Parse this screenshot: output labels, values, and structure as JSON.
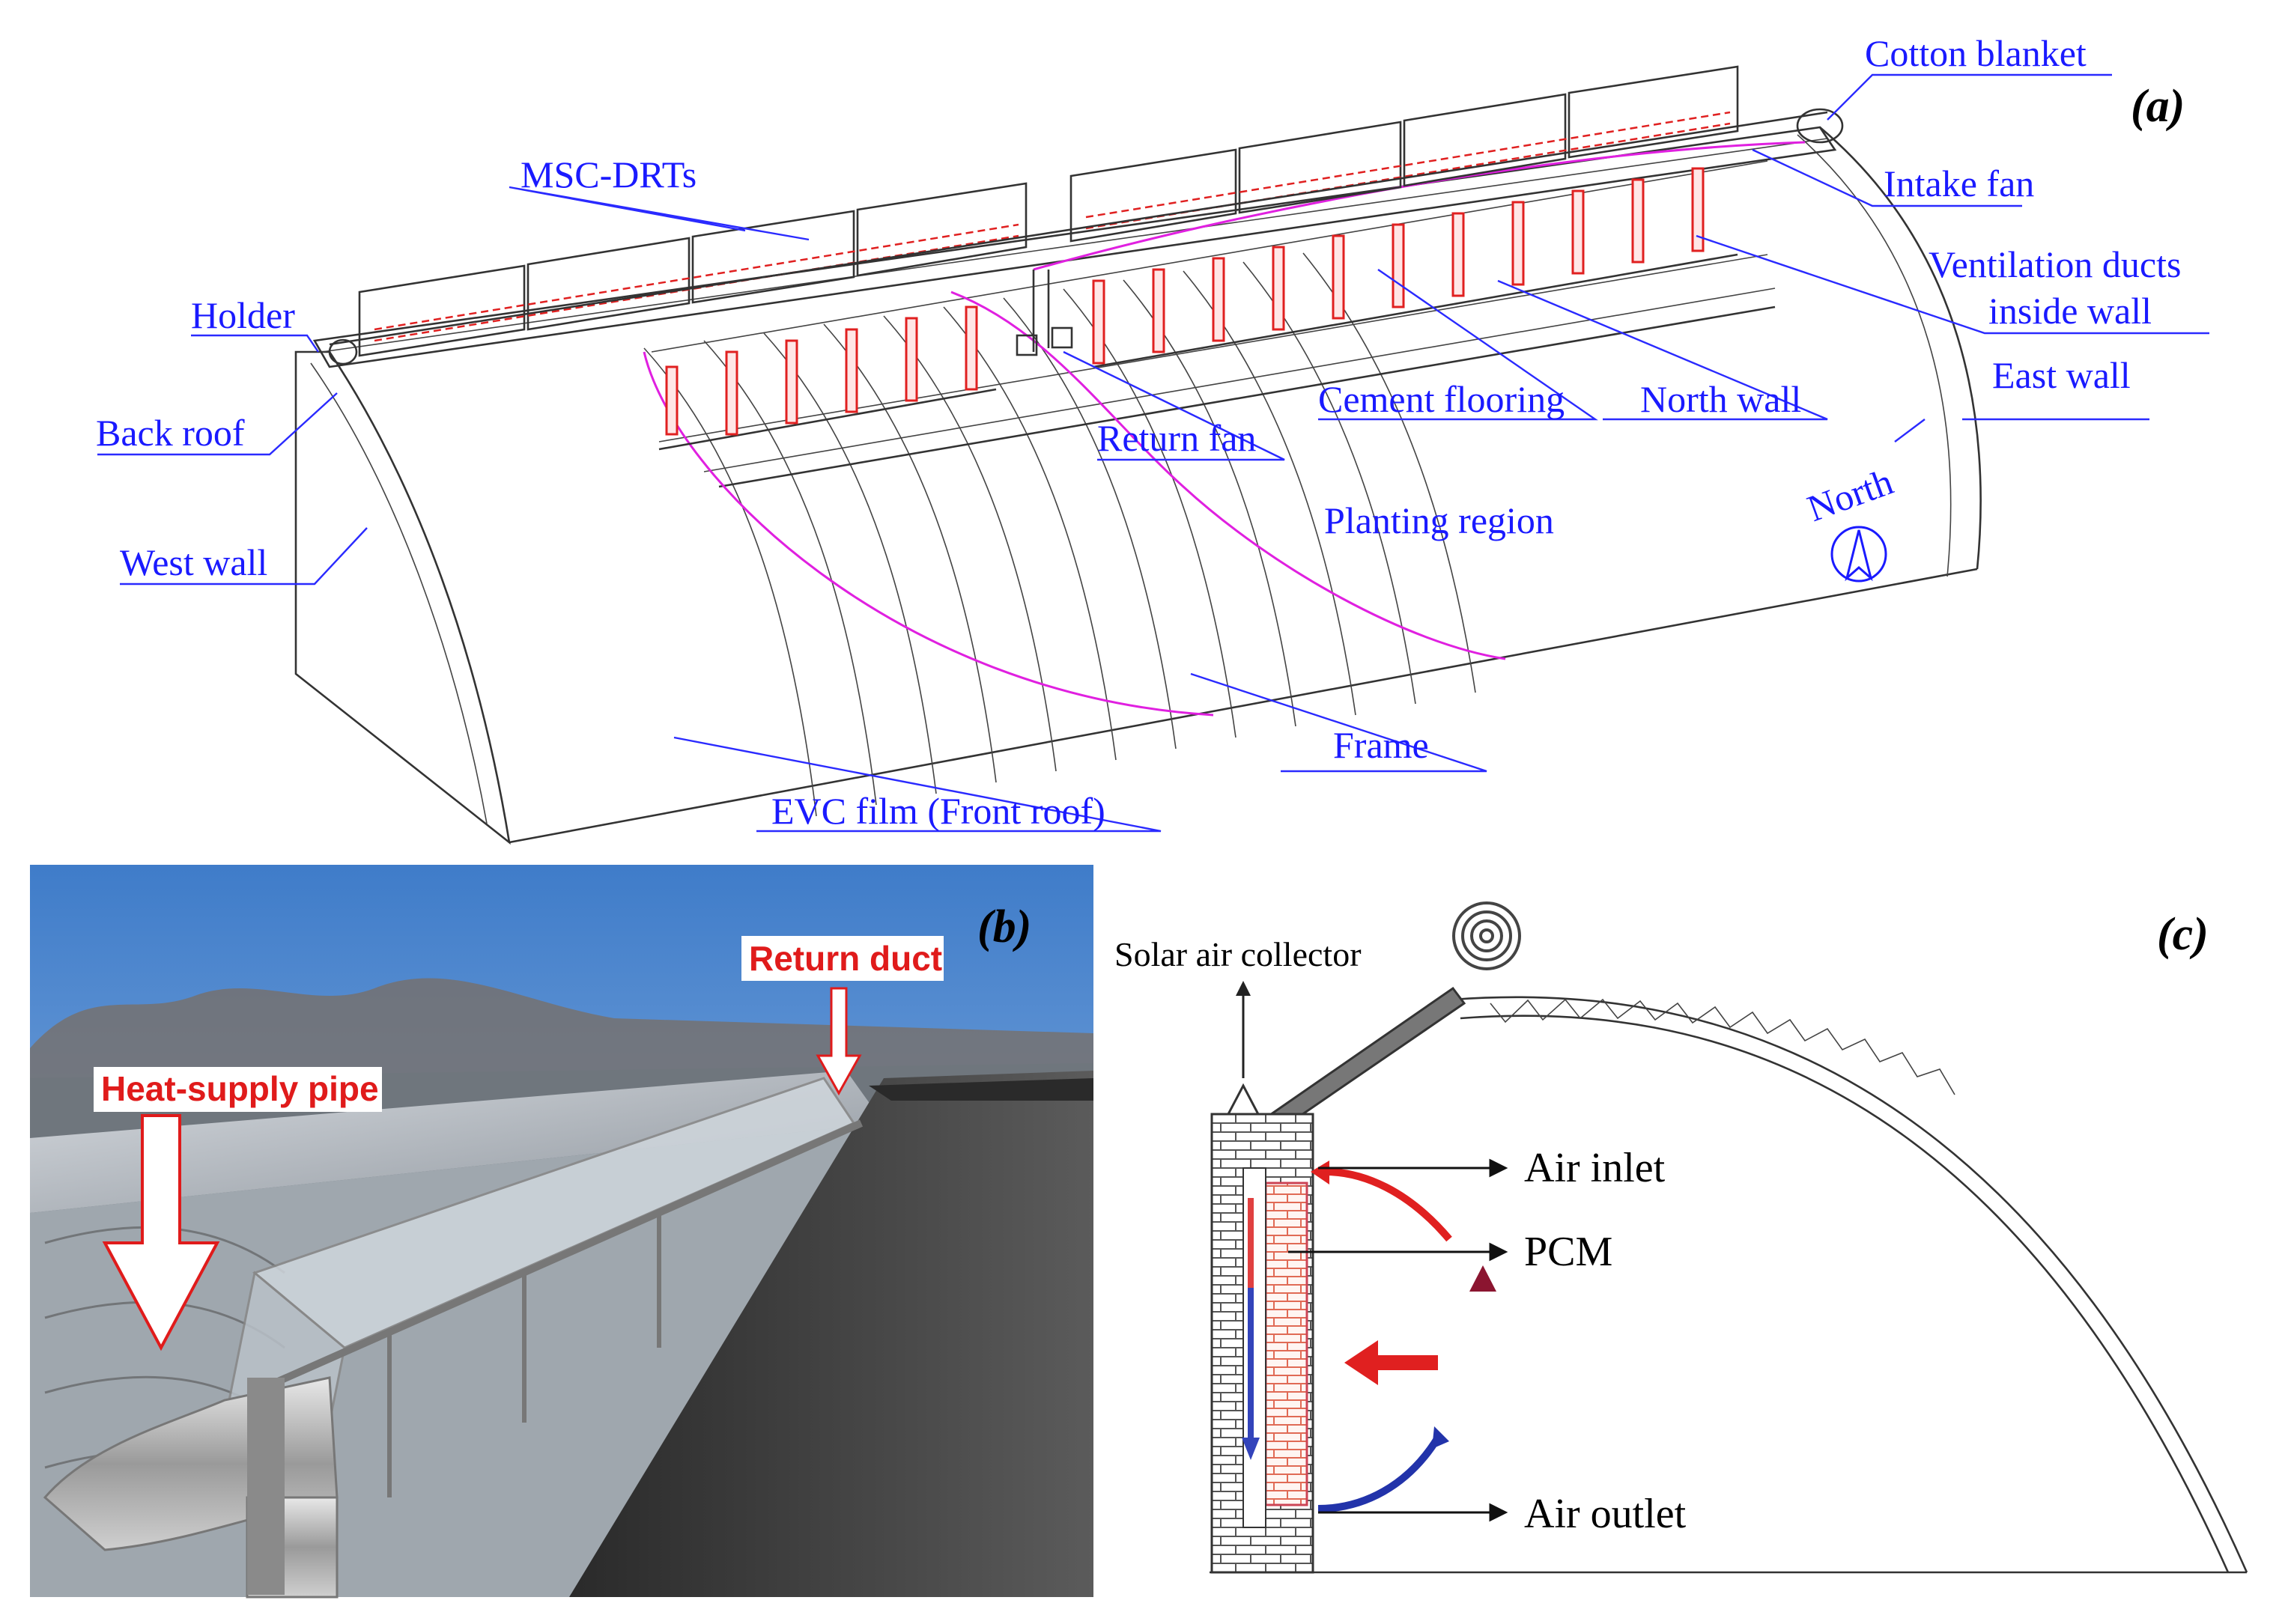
{
  "panel_a": {
    "tag": "a",
    "labels": {
      "cotton_blanket": "Cotton blanket",
      "msc_drts": "MSC-DRTs",
      "intake_fan": "Intake fan",
      "ventilation_ducts_1": "Ventilation ducts",
      "ventilation_ducts_2": "inside wall",
      "holder": "Holder",
      "back_roof": "Back roof",
      "cement_flooring": "Cement flooring",
      "north_wall": "North wall",
      "east_wall": "East wall",
      "return_fan": "Return fan",
      "planting_region": "Planting region",
      "west_wall": "West wall",
      "north": "North",
      "frame": "Frame",
      "evc_film": "EVC film (Front roof)"
    }
  },
  "panel_b": {
    "tag": "b",
    "labels": {
      "return_duct": "Return duct",
      "heat_supply_pipe": "Heat-supply pipe"
    }
  },
  "panel_c": {
    "tag": "c",
    "labels": {
      "solar_air_collector": "Solar air collector",
      "air_inlet": "Air inlet",
      "pcm": "PCM",
      "air_outlet": "Air outlet"
    }
  },
  "colors": {
    "label_blue": "#1a1aff",
    "accent_red": "#e01b1b",
    "magenta": "#e020e0",
    "arrow_blue": "#2233aa"
  }
}
